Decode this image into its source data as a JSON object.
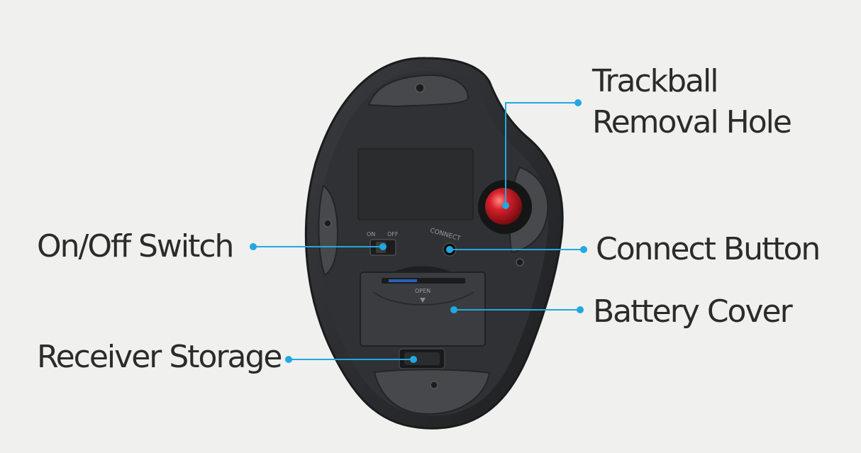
{
  "colors": {
    "background": "#f0f0ef",
    "label_text": "#2b2b2b",
    "callout_line": "#21a8e0",
    "mouse_body": "#2a2b2d",
    "mouse_plate": "#3a3b3d",
    "trackball": "#c4141c"
  },
  "device": {
    "switch_labels": {
      "on": "ON",
      "off": "OFF"
    },
    "connect_engraving": "CONNECT",
    "battery_cover_text": "OPEN"
  },
  "callouts": {
    "trackball_removal_hole": {
      "line1": "Trackball",
      "line2": "Removal Hole"
    },
    "on_off_switch": "On/Off Switch",
    "connect_button": "Connect Button",
    "battery_cover": "Battery Cover",
    "receiver_storage": "Receiver Storage"
  }
}
